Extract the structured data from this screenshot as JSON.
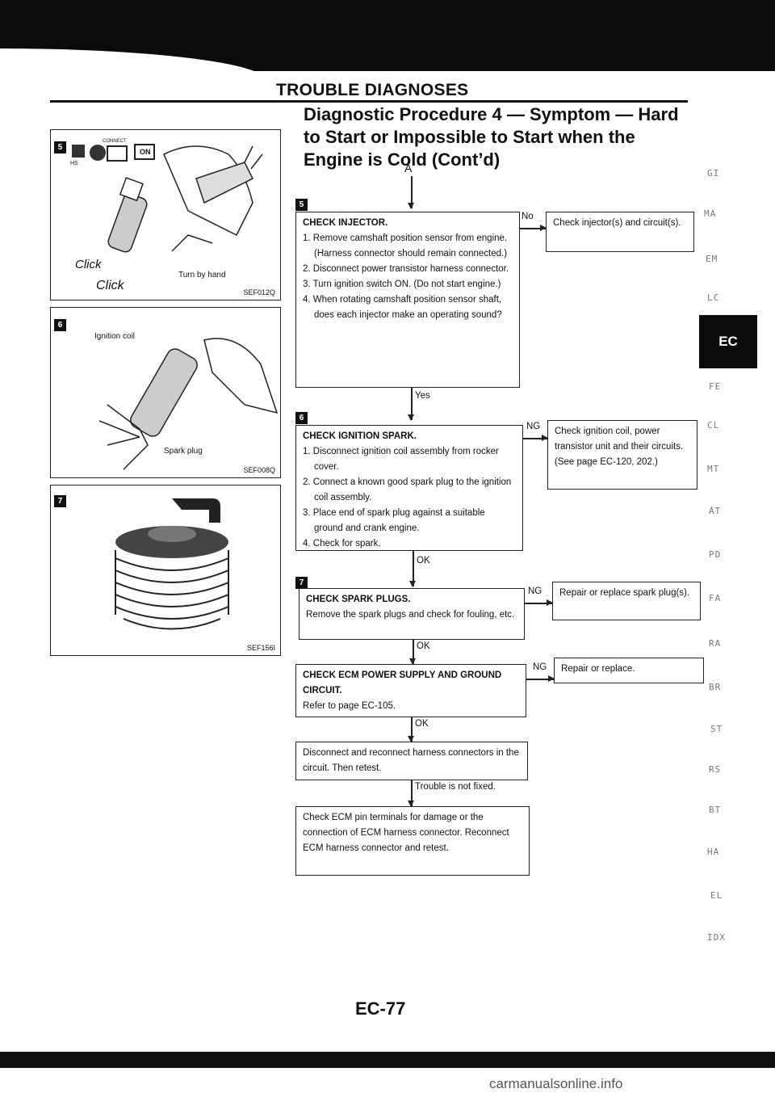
{
  "header": {
    "section_title": "TROUBLE DIAGNOSES"
  },
  "procedure": {
    "title": "Diagnostic Procedure 4 — Symptom — Hard to Start or Impossible to Start when the Engine is Cold (Cont’d)"
  },
  "connector_marker": "A",
  "figures": [
    {
      "step": "5",
      "code": "SEF012Q",
      "labels": [
        "CONNECT",
        "HS",
        "ON",
        "Click",
        "Click",
        "Turn by hand"
      ]
    },
    {
      "step": "6",
      "code": "SEF008Q",
      "labels": [
        "Ignition coil",
        "Spark plug"
      ]
    },
    {
      "step": "7",
      "code": "SEF156I",
      "labels": []
    }
  ],
  "flow": {
    "step5": {
      "num": "5",
      "title": "CHECK INJECTOR.",
      "items": [
        "1. Remove camshaft position sensor from engine. (Harness connector should remain connected.)",
        "2. Disconnect power transistor harness connector.",
        "3. Turn ignition switch ON. (Do not start engine.)",
        "4. When rotating camshaft position sensor shaft, does each injector make an operating sound?"
      ],
      "branch_label": "No",
      "branch_text": "Check injector(s) and circuit(s).",
      "next_label": "Yes"
    },
    "step6": {
      "num": "6",
      "title": "CHECK IGNITION SPARK.",
      "items": [
        "1. Disconnect ignition coil assembly from rocker cover.",
        "2. Connect a known good spark plug to the ignition coil assembly.",
        "3. Place end of spark plug against a suitable ground and crank engine.",
        "4. Check for spark."
      ],
      "branch_label": "NG",
      "branch_text": "Check ignition coil, power transistor unit and their circuits. (See page EC-120, 202.)",
      "next_label": "OK"
    },
    "step7": {
      "num": "7",
      "title": "CHECK SPARK PLUGS.",
      "text": "Remove the spark plugs and check for fouling, etc.",
      "branch_label": "NG",
      "branch_text": "Repair or replace spark plug(s).",
      "next_label": "OK"
    },
    "step8": {
      "title": "CHECK ECM POWER SUPPLY AND GROUND CIRCUIT.",
      "text": "Refer to page EC-105.",
      "branch_label": "NG",
      "branch_text": "Repair or replace.",
      "next_label": "OK"
    },
    "step9": {
      "text": "Disconnect and reconnect harness connectors in the circuit. Then retest.",
      "next_label": "Trouble is not fixed."
    },
    "step10": {
      "text": "Check ECM pin terminals for damage or the connection of ECM harness connector. Reconnect ECM harness connector and retest."
    }
  },
  "side_tabs": [
    "GI",
    "MA",
    "EM",
    "LC",
    "EC",
    "FE",
    "CL",
    "MT",
    "AT",
    "PD",
    "FA",
    "RA",
    "BR",
    "ST",
    "RS",
    "BT",
    "HA",
    "EL",
    "IDX"
  ],
  "active_tab": "EC",
  "footer": {
    "page_number": "EC-77",
    "watermark": "carmanualsonline.info"
  }
}
